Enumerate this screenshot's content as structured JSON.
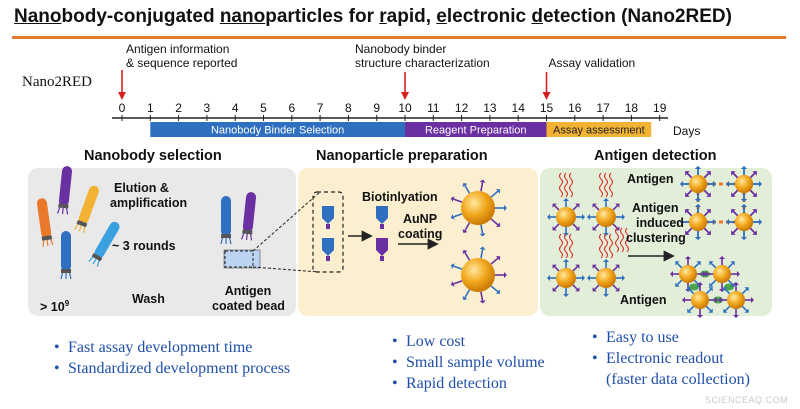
{
  "title": {
    "segments": [
      {
        "text": "Nano",
        "u": true
      },
      {
        "text": "body-conjugated ",
        "u": false
      },
      {
        "text": "nano",
        "u": true
      },
      {
        "text": "particles for ",
        "u": false
      },
      {
        "text": "r",
        "u": true
      },
      {
        "text": "apid, ",
        "u": false
      },
      {
        "text": "e",
        "u": true
      },
      {
        "text": "lectronic ",
        "u": false
      },
      {
        "text": "d",
        "u": true
      },
      {
        "text": "etection (Nano2RED)",
        "u": false
      }
    ]
  },
  "timeline": {
    "label": "Nano2RED",
    "ticks": [
      "0",
      "1",
      "2",
      "3",
      "4",
      "5",
      "6",
      "7",
      "8",
      "9",
      "10",
      "11",
      "12",
      "13",
      "14",
      "15",
      "16",
      "17",
      "18",
      "19"
    ],
    "unit": "Days",
    "milestones": [
      {
        "day": 0,
        "lines": [
          "Antigen information",
          "& sequence reported"
        ]
      },
      {
        "day": 10,
        "lines": [
          "Nanobody binder",
          "structure characterization"
        ]
      },
      {
        "day": 15,
        "lines": [
          "Assay validation"
        ]
      }
    ],
    "phases": [
      {
        "label": "Nanobody Binder Selection",
        "start": 1,
        "end": 10,
        "color": "#2f6fc0",
        "text_color": "#ffffff"
      },
      {
        "label": "Reagent Preparation",
        "start": 10,
        "end": 15,
        "color": "#6a2fa0",
        "text_color": "#ffffff"
      },
      {
        "label": "Assay assessment",
        "start": 15,
        "end": 18.7,
        "color": "#f2b233",
        "text_color": "#222222"
      }
    ]
  },
  "sections": {
    "selection": {
      "title": "Nanobody selection",
      "panel_color": "#e9e9e9",
      "labels": {
        "elution": "Elution &",
        "amplification": "amplification",
        "rounds": "~ 3 rounds",
        "count_base": "> 10",
        "count_exp": "9",
        "wash": "Wash",
        "antigen_coated": "Antigen",
        "coated_bead": "coated bead"
      },
      "bullets": [
        "Fast assay development time",
        "Standardized development process"
      ]
    },
    "preparation": {
      "title": "Nanoparticle preparation",
      "panel_color": "#fbefcf",
      "labels": {
        "biotinylation": "Biotinlyation",
        "aunp": "AuNP",
        "coating": "coating"
      },
      "bullets": [
        "Low cost",
        "Small sample volume",
        "Rapid detection"
      ]
    },
    "detection": {
      "title": "Antigen detection",
      "panel_color": "#e2eed8",
      "labels": {
        "antigen_top": "Antigen",
        "induced_1": "Antigen",
        "induced_2": "induced",
        "induced_3": "clustering",
        "antigen_bottom": "Antigen"
      },
      "bullets": [
        "Easy to use",
        "Electronic readout",
        "(faster data collection)"
      ]
    }
  },
  "colors": {
    "accent_rule": "#e07a2e",
    "bullet_text": "#1f4fa8",
    "gold": "#f2a81d",
    "antibody_blue": "#2f6fc0",
    "antibody_purple": "#6a2fa0",
    "milestone_arrow": "#d62020",
    "antigen_red": "#d8342c"
  },
  "watermark": "SCIENCEAQ.COM"
}
